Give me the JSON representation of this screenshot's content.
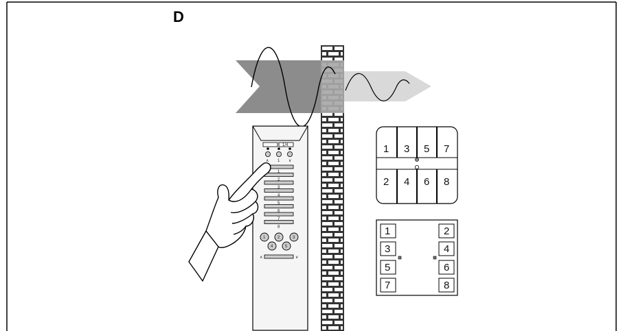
{
  "figure": {
    "panel_label": "D",
    "remote": {
      "channel_labels": [
        "1",
        "2",
        "3",
        "4",
        "5",
        "6",
        "7",
        "8"
      ],
      "top_row_labels": [
        "∧",
        "1",
        "∨"
      ],
      "group_labels": [
        "1",
        "2",
        "3",
        "4",
        "5"
      ],
      "bottom_left": "∧",
      "bottom_right": "∨",
      "top_display": [
        "",
        "1/4"
      ]
    },
    "switch_8": {
      "top_labels": [
        "1",
        "3",
        "5",
        "7"
      ],
      "bottom_labels": [
        "2",
        "4",
        "6",
        "8"
      ]
    },
    "switch_panel": {
      "left_labels": [
        "1",
        "3",
        "5",
        "7"
      ],
      "right_labels": [
        "2",
        "4",
        "6",
        "8"
      ]
    }
  }
}
